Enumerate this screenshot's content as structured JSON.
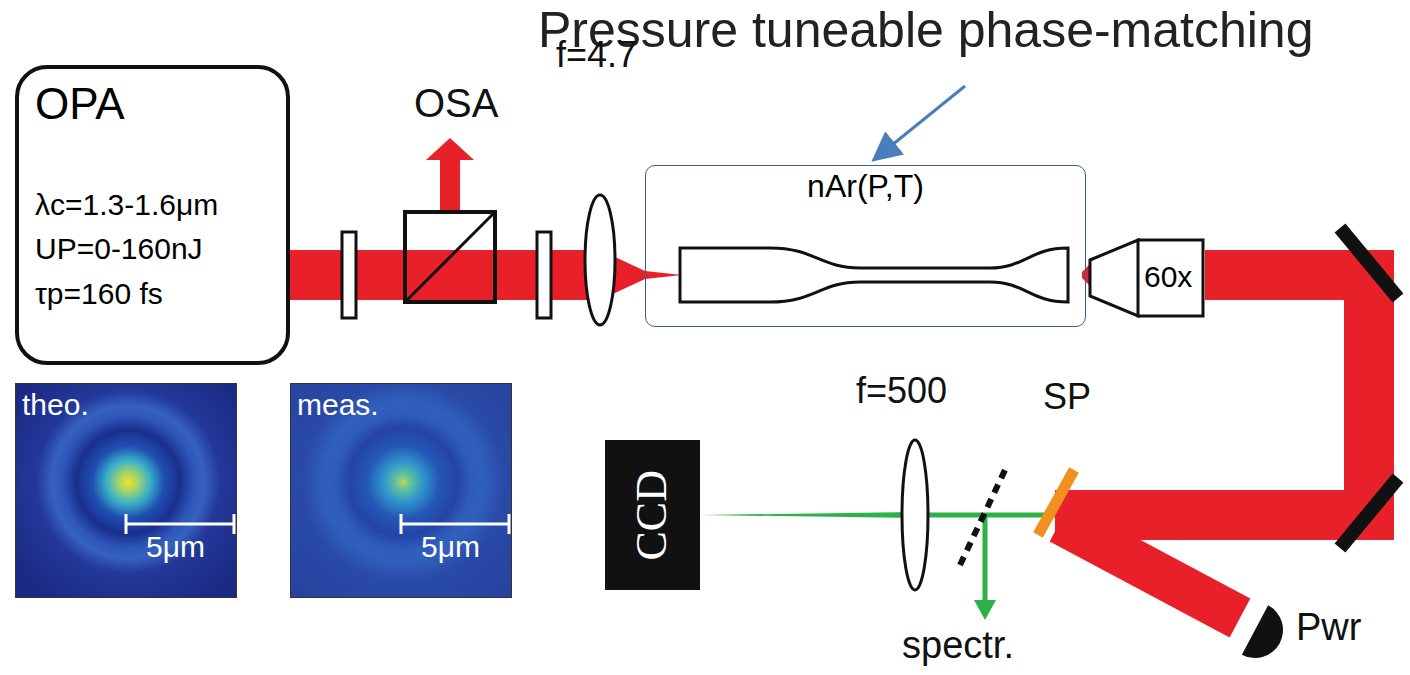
{
  "diagram": {
    "nodes": [
      {
        "text": [
          "OPA",
          "λc=1.3-1.6μm",
          "UP=0-160nJ",
          "τp=160 fs"
        ]
      },
      {
        "text": [
          "nAr(P,T)"
        ]
      },
      {
        "text": [
          "60x"
        ]
      },
      {
        "text": [
          "CCD"
        ]
      },
      {
        "text": [
          "theo.",
          "5μm"
        ]
      },
      {
        "text": [
          "meas.",
          "5μm"
        ]
      }
    ],
    "edges": [
      {
        "from": 0,
        "to": 1,
        "arrow": "none"
      },
      {
        "from": 1,
        "to": 2,
        "arrow": "none"
      },
      {
        "from": 2,
        "to": 3,
        "arrow": "none"
      }
    ],
    "labels": [
      "Pressure tuneable phase-matching",
      "OSA",
      "f=4.7",
      "f=500",
      "SP",
      "spectr.",
      "Pwr"
    ]
  }
}
